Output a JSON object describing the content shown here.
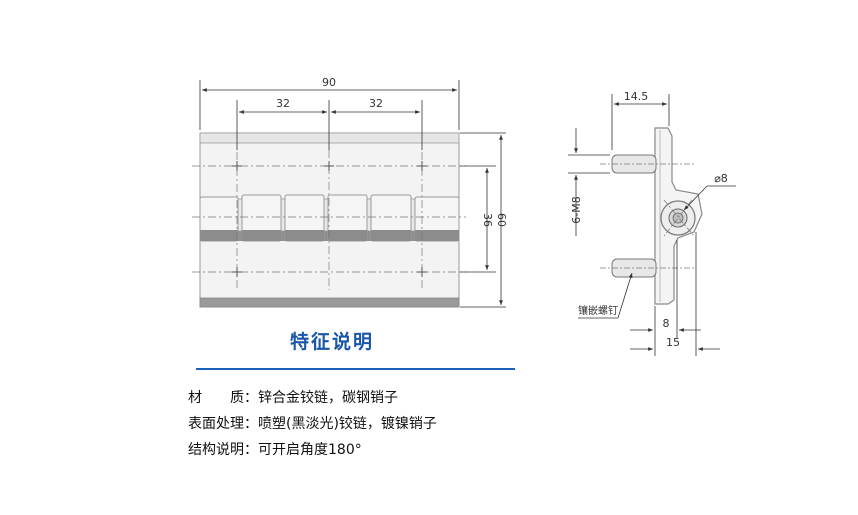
{
  "drawing": {
    "front_view": {
      "overall_width": "90",
      "pitch_left": "32",
      "pitch_right": "32",
      "inner_height": "36",
      "overall_height": "60"
    },
    "side_view": {
      "top_width": "14.5",
      "thread_label": "6-M8",
      "pin_diameter": "⌀8",
      "insert_label": "镶嵌螺钉",
      "offset_small": "8",
      "offset_large": "15"
    }
  },
  "section": {
    "title": "特征说明"
  },
  "specs": [
    "材　　质：锌合金铰链，碳钢销子",
    "表面处理：喷塑(黑淡光)铰链，镀镍销子",
    "结构说明：可开启角度180°"
  ],
  "colors": {
    "accent": "#1a56a8",
    "hinge_body": "#f2f2f2",
    "hinge_shadow": "#8c8c8c"
  }
}
